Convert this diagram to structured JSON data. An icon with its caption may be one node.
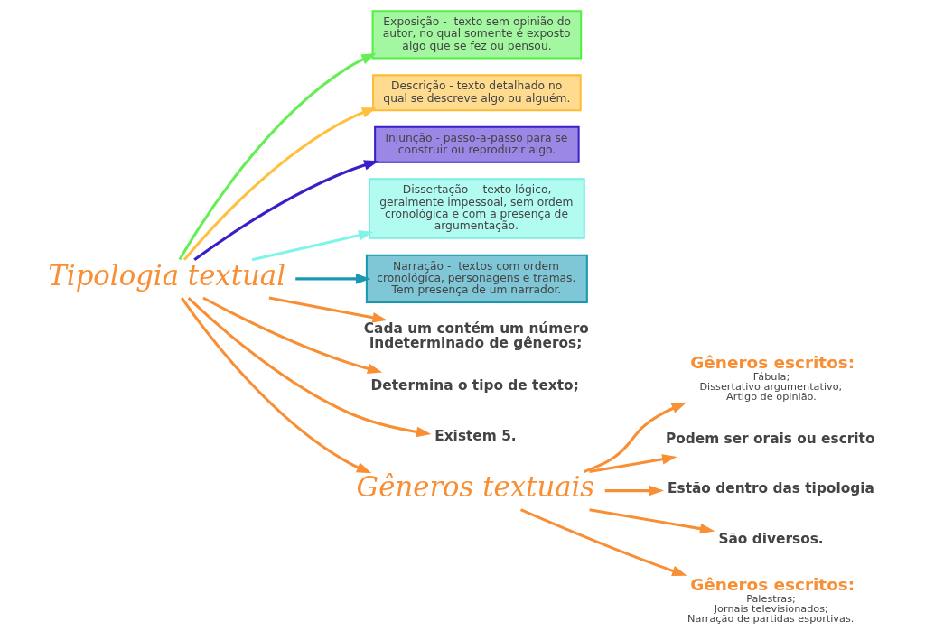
{
  "diagram": {
    "nodes": [
      {
        "text": [
          "Tipologia textual"
        ]
      },
      {
        "text": [
          "Exposição -  texto sem opinião do autor, no qual somente é exposto algo que se fez ou pensou."
        ]
      },
      {
        "text": [
          "Descrição - texto detalhado no qual se descreve algo ou alguém."
        ]
      },
      {
        "text": [
          "Injunção - passo-a-passo para se construir ou reproduzir algo."
        ]
      },
      {
        "text": [
          "Dissertação -  texto lógico, geralmente impessoal, sem ordem cronológica e com a presença de argumentação."
        ]
      },
      {
        "text": [
          "Narração -  textos com ordem cronológica, personagens e tramas.  Tem presença de um narrador."
        ]
      },
      {
        "text": [
          "Cada um contém um número indeterminado de gêneros;"
        ]
      },
      {
        "text": [
          "Determina o tipo de texto;"
        ]
      },
      {
        "text": [
          "Existem 5."
        ]
      },
      {
        "text": [
          "Gêneros textuais"
        ]
      },
      {
        "text": [
          "Gêneros escritos:",
          "Fábula; Dissertativo argumentativo; Artigo de opinião."
        ]
      },
      {
        "text": [
          "Podem ser orais ou escrito"
        ]
      },
      {
        "text": [
          "Estão dentro das tipologia"
        ]
      },
      {
        "text": [
          "São diversos."
        ]
      },
      {
        "text": [
          "Gêneros escritos:",
          "Palestras; Jornais televisionados; Narração de partidas esportivas."
        ]
      }
    ],
    "edges": [
      {
        "from": 0,
        "to": 1,
        "arrow": "to",
        "color": "#66ee55"
      },
      {
        "from": 0,
        "to": 2,
        "arrow": "to",
        "color": "#ffc040"
      },
      {
        "from": 0,
        "to": 3,
        "arrow": "to",
        "color": "#3a1fc8"
      },
      {
        "from": 0,
        "to": 6,
        "arrow": "to"
      },
      {
        "from": 0,
        "to": 7,
        "arrow": "to"
      },
      {
        "from": 0,
        "to": 8,
        "arrow": "to"
      },
      {
        "from": 0,
        "to": 4,
        "arrow": "to",
        "color": "#7ff5ea"
      },
      {
        "from": 0,
        "to": 5,
        "arrow": "to",
        "color": "#1a98b0"
      },
      {
        "from": 0,
        "to": 9,
        "arrow": "to"
      },
      {
        "from": 9,
        "to": 10,
        "arrow": "to"
      },
      {
        "from": 9,
        "to": 11,
        "arrow": "to"
      },
      {
        "from": 9,
        "to": 12,
        "arrow": "to"
      },
      {
        "from": 9,
        "to": 13,
        "arrow": "to"
      },
      {
        "from": 9,
        "to": 14,
        "arrow": "to"
      }
    ]
  }
}
